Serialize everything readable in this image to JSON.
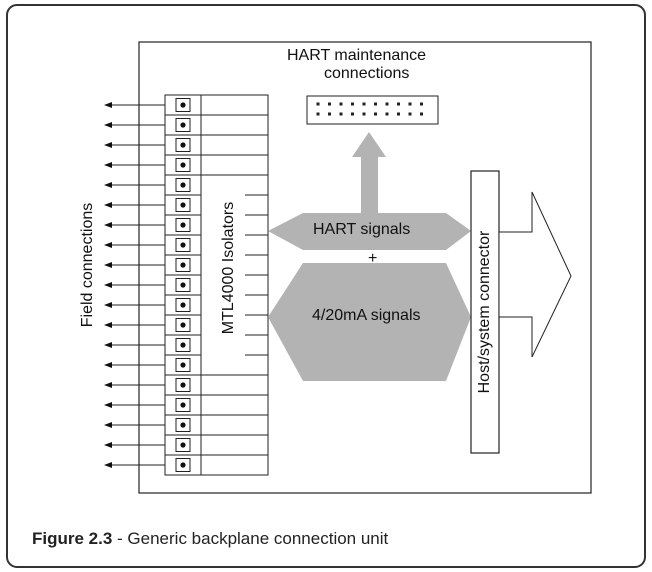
{
  "labels": {
    "hart_maintenance_line1": "HART maintenance",
    "hart_maintenance_line2": "connections",
    "field_connections": "Field connections",
    "isolators": "MTL4000 Isolators",
    "hart_signals": "HART signals",
    "plus": "+",
    "ma_signals": "4/20mA signals",
    "host_connector": "Host/system connector"
  },
  "caption": {
    "figure_label": "Figure 2.3",
    "separator": " - ",
    "text": "Generic backplane connection unit"
  },
  "colors": {
    "frame": "#333333",
    "grey_arrow": "#b3b3b3",
    "line": "#222222",
    "background": "#ffffff"
  },
  "terminal_count": 19,
  "hart_port_pins": {
    "rows": 2,
    "columns": 10
  }
}
